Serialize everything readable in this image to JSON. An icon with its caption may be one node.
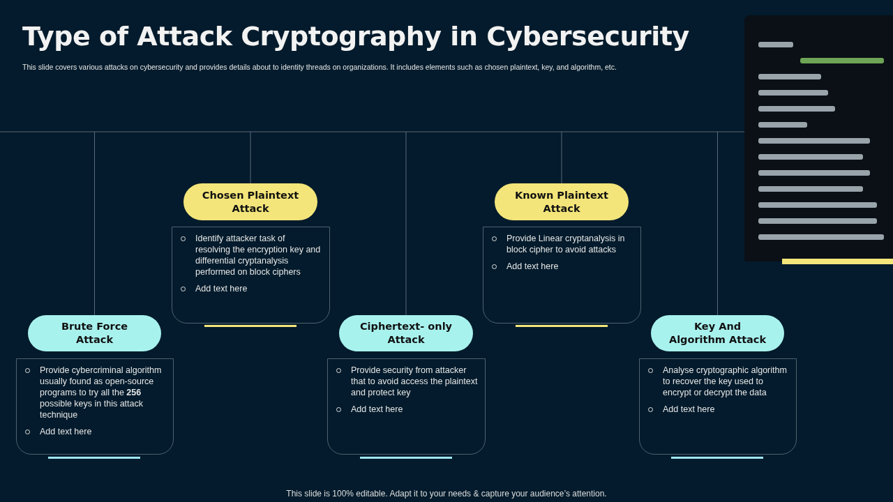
{
  "diagram": {
    "title": "Type of Attack Cryptography in Cybersecurity",
    "caption": "This slide is 100% editable. Adapt it to your needs & capture your audience’s attention.",
    "nodes": [
      {
        "text": [
          "Brute Force Attack"
        ]
      },
      {
        "text": [
          "Provide cybercriminal algorithm usually found as open-source programs to try all the **256** possible keys in this attack technique",
          "Add text here"
        ]
      },
      {
        "text": [
          "Chosen Plaintext Attack"
        ]
      },
      {
        "text": [
          "Identify attacker task of resolving the encryption key and differential cryptanalysis performed on block ciphers",
          "Add text here"
        ]
      },
      {
        "text": [
          "Ciphertext- only Attack"
        ]
      },
      {
        "text": [
          "Provide security from attacker that to avoid access the plaintext and protect key",
          "Add text here"
        ]
      },
      {
        "text": [
          "Known Plaintext Attack"
        ]
      },
      {
        "text": [
          "Provide Linear cryptanalysis in block cipher to avoid attacks",
          "Add text here"
        ]
      },
      {
        "text": [
          "Key And Algorithm Attack"
        ]
      },
      {
        "text": [
          "Analyse cryptographic algorithm to recover the key used to encrypt or decrypt the data",
          "Add text here"
        ]
      },
      {
        "text": [],
        "shape": "picture"
      }
    ],
    "edges": [
      {
        "from": null,
        "to": 0,
        "arrow": "none"
      },
      {
        "from": null,
        "to": 2,
        "arrow": "none"
      },
      {
        "from": null,
        "to": 4,
        "arrow": "none"
      },
      {
        "from": null,
        "to": 6,
        "arrow": "none"
      },
      {
        "from": null,
        "to": 8,
        "arrow": "none"
      }
    ],
    "labels": [
      "This slide covers various attacks on cybersecurity and provides details about to identity threads on organizations. It includes elements such as chosen plaintext, key, and algorithm, etc."
    ]
  }
}
